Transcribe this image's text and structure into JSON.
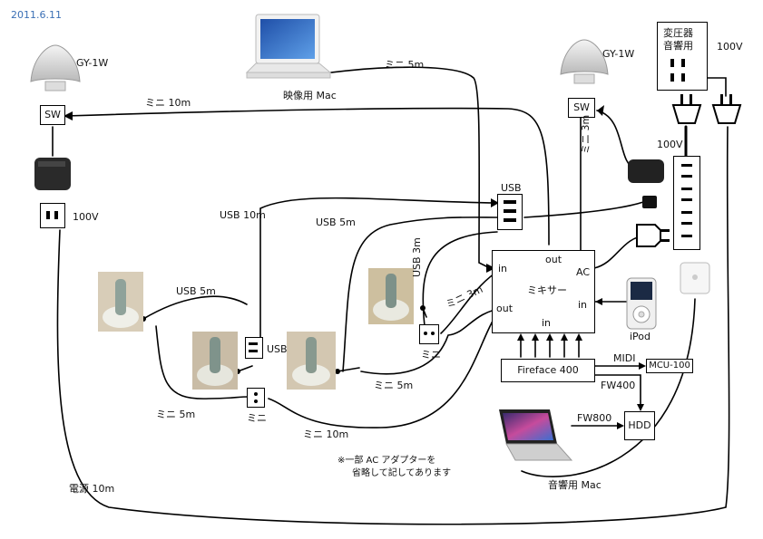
{
  "date": "2011.6.11",
  "speaker_left": "GY-1W",
  "speaker_right": "GY-1W",
  "sw_left": "SW",
  "sw_right": "SW",
  "mac_video": "映像用 Mac",
  "mac_audio": "音響用 Mac",
  "transformer_line1": "変圧器",
  "transformer_line2": "音響用",
  "v100_top": "100V",
  "v100_mid": "100V",
  "v100_left": "100V",
  "usb_hub": "USB",
  "usb_small": "USB",
  "mixer": {
    "title": "ミキサー",
    "in_left": "in",
    "out_top": "out",
    "out_left": "out",
    "ac": "AC",
    "in_right": "in",
    "in_bottom": "in"
  },
  "ipod": "iPod",
  "fireface": "Fireface 400",
  "midi": "MIDI",
  "mcu": "MCU-100",
  "fw400": "FW400",
  "fw800": "FW800",
  "hdd": "HDD",
  "mini_small_1": "ミニ",
  "mini_small_2": "ミニ",
  "cables": {
    "mini_5m_top": "ミニ 5m",
    "mini_10m_top": "ミニ 10m",
    "mini_3m_vert": "ミニ 3m",
    "usb_10m": "USB 10m",
    "usb_5m_mid": "USB 5m",
    "usb_3m_vert": "USB 3m",
    "mini_3m_diag": "ミニ 3m",
    "usb_5m_left": "USB 5m",
    "mini_5m_mid": "ミニ 5m",
    "mini_5m_left": "ミニ 5m",
    "mini_10m_bottom": "ミニ 10m",
    "power_10m": "電源 10m"
  },
  "note_line1": "※一部 AC アダプターを",
  "note_line2": "省略して記してあります"
}
